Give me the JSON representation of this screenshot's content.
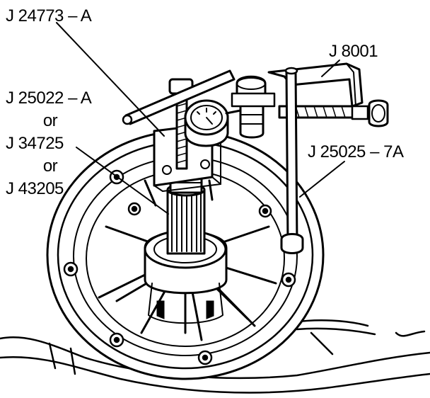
{
  "labels": {
    "tool_j24773a": "J 24773 – A",
    "tool_j8001": "J 8001",
    "tool_j25022a": "J 25022 – A",
    "or_1": "or",
    "tool_j34725": "J 34725",
    "or_2": "or",
    "tool_j43205": "J 43205",
    "tool_j25025_7a": "J 25025 – 7A"
  }
}
